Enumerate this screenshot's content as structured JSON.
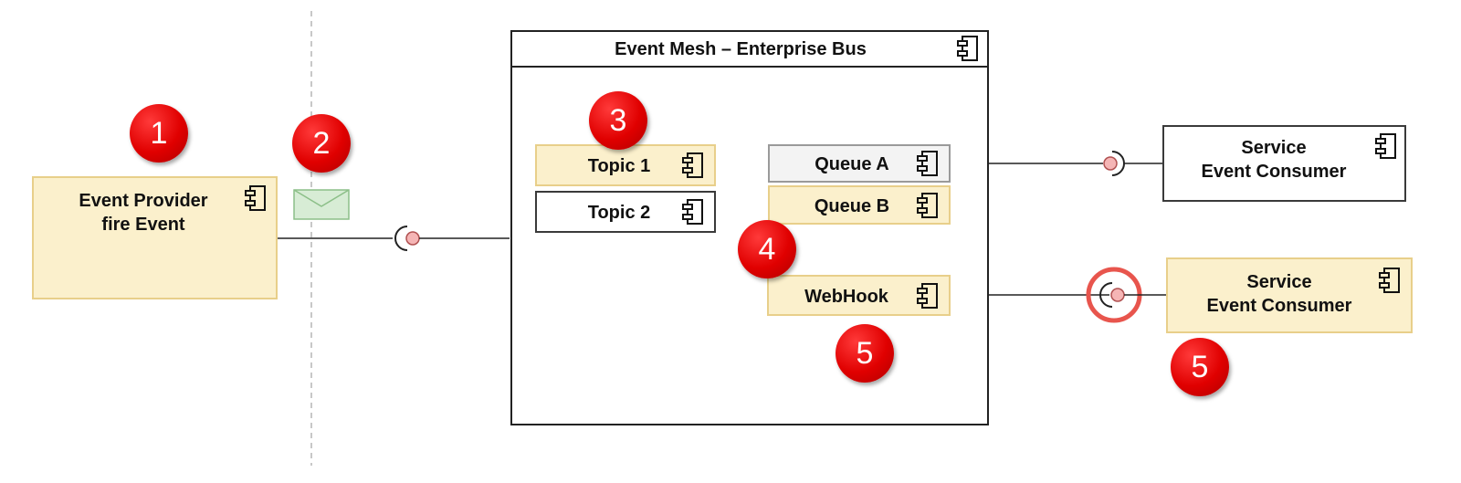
{
  "provider": {
    "line1": "Event Provider",
    "line2": "fire Event"
  },
  "mesh": {
    "title": "Event Mesh – Enterprise Bus"
  },
  "topics": [
    {
      "label": "Topic 1"
    },
    {
      "label": "Topic 2"
    }
  ],
  "queues": [
    {
      "label": "Queue A"
    },
    {
      "label": "Queue B"
    }
  ],
  "webhook": {
    "label": "WebHook"
  },
  "consumers": [
    {
      "line1": "Service",
      "line2": "Event Consumer"
    },
    {
      "line1": "Service",
      "line2": "Event Consumer"
    }
  ],
  "badges": [
    "1",
    "2",
    "3",
    "4",
    "5",
    "5"
  ],
  "colors": {
    "badge": "#e00000",
    "component_fill": "#fbf0cc",
    "message_fill": "#d7ecd5",
    "interface_dot": "#f5b5b5",
    "highlight_ring": "#e8554d"
  },
  "icons": {
    "component": "uml-component-icon",
    "message": "envelope-icon"
  }
}
